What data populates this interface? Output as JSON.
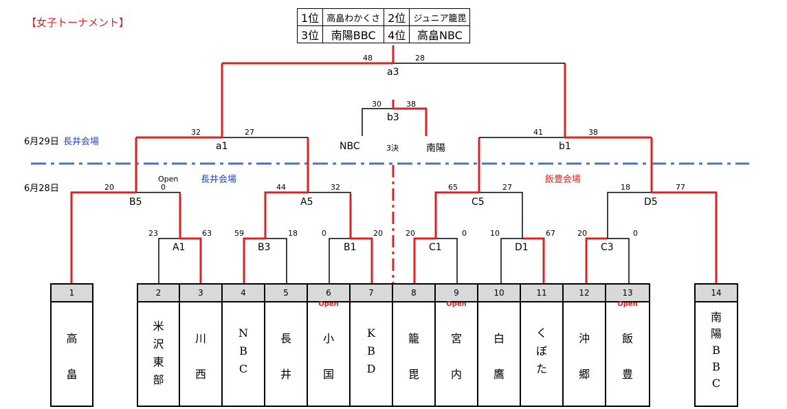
{
  "title": "【女子トーナメント】",
  "results": {
    "first_label": "1位",
    "first": "高畠わかくさ",
    "second_label": "2位",
    "second": "ジュニア籠毘",
    "third_label": "3位",
    "third": "南陽BBC",
    "fourth_label": "4位",
    "fourth": "高畠NBC"
  },
  "days": {
    "day2_date": "6月29日",
    "day2_venue": "長井会場",
    "day1_date": "6月28日",
    "day1_venue_left": "長井会場",
    "day1_venue_right": "飯豊会場"
  },
  "games": {
    "a3": {
      "label": "a3",
      "left": "48",
      "right": "28"
    },
    "b3": {
      "label": "b3",
      "left": "30",
      "right": "38",
      "left_team": "NBC",
      "right_team": "南陽",
      "note": "3決"
    },
    "a1": {
      "label": "a1",
      "left": "32",
      "right": "27"
    },
    "b1": {
      "label": "b1",
      "left": "41",
      "right": "38"
    },
    "B5": {
      "label": "B5",
      "left": "20",
      "right": "0",
      "tag": "Open"
    },
    "A5": {
      "label": "A5",
      "left": "44",
      "right": "32"
    },
    "C5": {
      "label": "C5",
      "left": "65",
      "right": "27"
    },
    "D5": {
      "label": "D5",
      "left": "18",
      "right": "77"
    },
    "A1": {
      "label": "A1",
      "left": "23",
      "right": "63"
    },
    "B3": {
      "label": "B3",
      "left": "59",
      "right": "18"
    },
    "B1": {
      "label": "B1",
      "left": "0",
      "right": "20"
    },
    "C1": {
      "label": "C1",
      "left": "20",
      "right": "0"
    },
    "D1": {
      "label": "D1",
      "left": "10",
      "right": "67"
    },
    "C3": {
      "label": "C3",
      "left": "20",
      "right": "0"
    }
  },
  "teams": [
    {
      "num": "1",
      "name": "高畠",
      "open": ""
    },
    {
      "num": "2",
      "name": "米沢東部",
      "open": ""
    },
    {
      "num": "3",
      "name": "川西",
      "open": ""
    },
    {
      "num": "4",
      "name": "NBC",
      "open": ""
    },
    {
      "num": "5",
      "name": "長井",
      "open": ""
    },
    {
      "num": "6",
      "name": "小国",
      "open": "Open"
    },
    {
      "num": "7",
      "name": "KBD",
      "open": ""
    },
    {
      "num": "8",
      "name": "籠毘",
      "open": ""
    },
    {
      "num": "9",
      "name": "宮内",
      "open": "Open"
    },
    {
      "num": "10",
      "name": "白鷹",
      "open": ""
    },
    {
      "num": "11",
      "name": "くぼた",
      "open": ""
    },
    {
      "num": "12",
      "name": "沖郷",
      "open": ""
    },
    {
      "num": "13",
      "name": "飯豊",
      "open": "Open"
    },
    {
      "num": "14",
      "name": "南陽BBC",
      "open": ""
    }
  ],
  "colors": {
    "win": "#e02020",
    "lose": "#000000",
    "divider": "#4a72c4",
    "venue_blue": "#1a3fd0"
  }
}
